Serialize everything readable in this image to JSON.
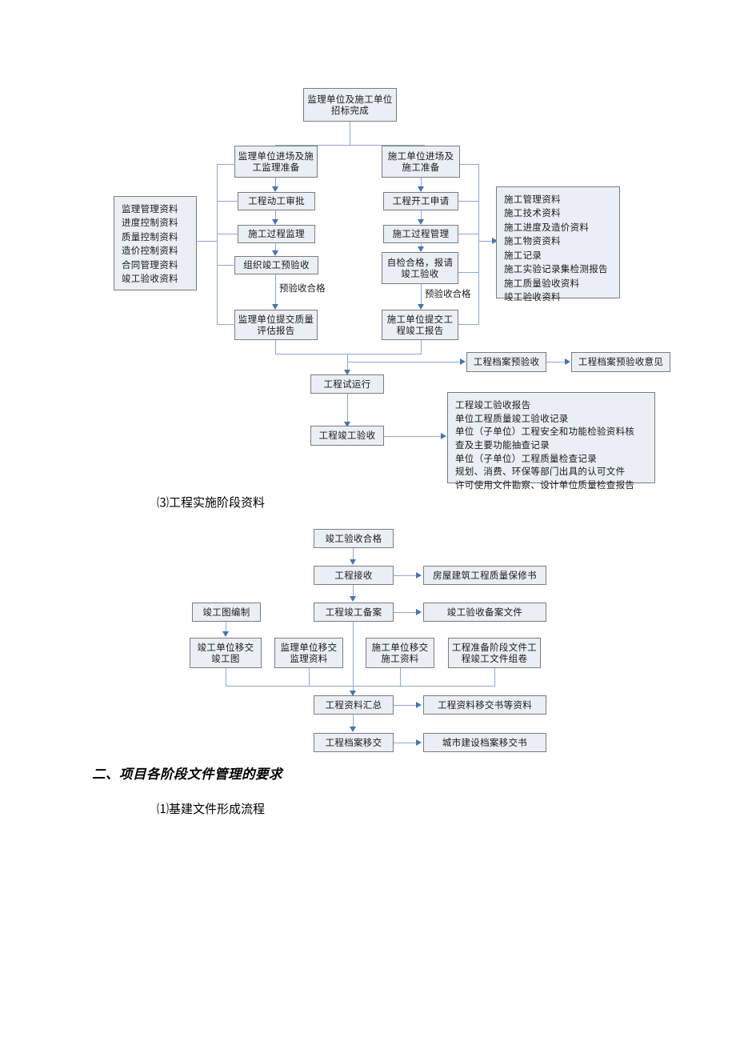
{
  "document": {
    "paragraphs": [
      {
        "id": "p1",
        "text": "⑶工程实施阶段资料"
      },
      {
        "id": "p2",
        "text": "二、项目各阶段文件管理的要求"
      },
      {
        "id": "p3",
        "text": "⑴基建文件形成流程"
      }
    ]
  },
  "colors": {
    "node_fill": "#eaeef5",
    "node_border": "#7c7c7c",
    "connector": "#8fa9cd",
    "arrow": "#4a74ad",
    "text": "#1a1a1a",
    "page_background": "#ffffff"
  },
  "diagram1": {
    "name": "工程实施阶段资料流程图",
    "nodes": {
      "start": "监理单位及施工单位招标完成",
      "left_entry": "监理单位进场及施工监理准备",
      "right_entry": "施工单位进场及施工准备",
      "left_1": "工程动工审批",
      "left_2": "施工过程监理",
      "left_3": "组织竣工预验收",
      "left_4": "监理单位提交质量评估报告",
      "right_1": "工程开工申请",
      "right_2": "施工过程管理",
      "right_3": "自检合格，报请竣工验收",
      "right_4": "施工单位提交工程竣工报告",
      "trial_run": "工程试运行",
      "final_accept": "工程竣工验收",
      "archive_pre": "工程档案预验收",
      "archive_opinion": "工程档案预验收意见"
    },
    "edge_labels": {
      "left_pre_pass": "预验收合格",
      "right_pre_pass": "预验收合格"
    },
    "left_list": [
      "监理管理资料",
      "进度控制资料",
      "质量控制资料",
      "造价控制资料",
      "合同管理资料",
      "竣工验收资料"
    ],
    "right_list": [
      "施工管理资料",
      "施工技术资料",
      "施工进度及造价资料",
      "施工物资资料",
      "施工记录",
      "施工实验记录集检测报告",
      "施工质量验收资料",
      "竣工验收资料"
    ],
    "final_list": [
      "工程竣工验收报告",
      "单位工程质量竣工验收记录",
      "单位（子单位）工程安全和功能检验资料核",
      "查及主要功能抽查记录",
      "单位（子单位）工程质量检查记录",
      "规划、消费、环保等部门出具的认可文件",
      "许可使用文件勘察、设计单位质量检查报告"
    ]
  },
  "diagram2": {
    "name": "基建文件形成流程图",
    "nodes": {
      "s1": "竣工验收合格",
      "s2": "工程接收",
      "s3": "工程竣工备案",
      "s4": "工程资料汇总",
      "s5": "工程档案移交",
      "o2": "房屋建筑工程质量保修书",
      "o3": "竣工验收备案文件",
      "o4": "工程资料移交书等资料",
      "o5": "城市建设档案移交书",
      "as_built": "竣工图编制",
      "t1": "竣工单位移交竣工图",
      "t2": "监理单位移交监理资料",
      "t3": "施工单位移交施工资料",
      "t4": "工程准备阶段文件工程竣工文件组卷"
    }
  }
}
